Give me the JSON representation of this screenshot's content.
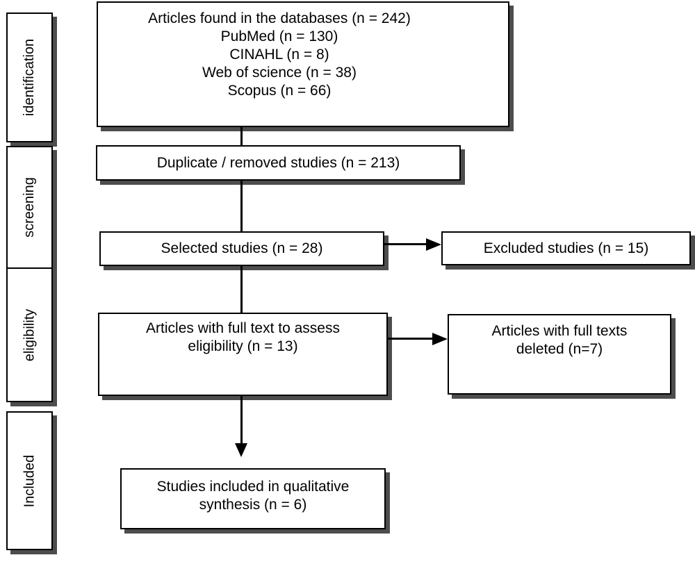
{
  "stages": [
    {
      "label": "identification"
    },
    {
      "label": "screening"
    },
    {
      "label": "eligibility"
    },
    {
      "label": "Included"
    }
  ],
  "boxes": {
    "databases": {
      "lines": [
        "Articles found in the databases (n = 242)",
        "PubMed (n = 130)",
        "CINAHL (n = 8)",
        "Web of science (n = 38)",
        "Scopus (n = 66)"
      ]
    },
    "duplicates": {
      "text": "Duplicate / removed studies (n = 213)"
    },
    "selected": {
      "text": "Selected studies (n = 28)"
    },
    "excluded": {
      "text": "Excluded studies (n = 15)"
    },
    "fulltext": {
      "lines": [
        "Articles with full text to assess",
        "eligibility (n = 13)"
      ]
    },
    "deleted": {
      "lines": [
        "Articles with full texts",
        "deleted (n=7)"
      ]
    },
    "included": {
      "lines": [
        "Studies included in qualitative",
        "synthesis (n = 6)"
      ]
    }
  },
  "colors": {
    "background": "#ffffff",
    "border": "#000000",
    "shadow": "#4d4d4d",
    "text": "#000000"
  }
}
